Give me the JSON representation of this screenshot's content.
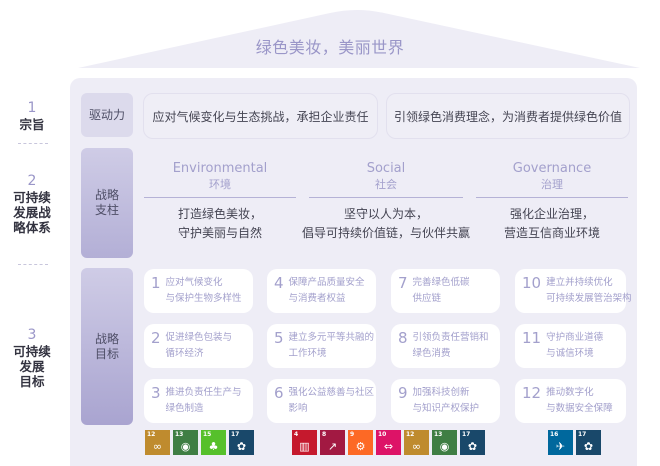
{
  "roof": {
    "title": "绿色美妆，美丽世界"
  },
  "side_labels": [
    {
      "num": "1",
      "lines": [
        "宗旨"
      ]
    },
    {
      "num": "2",
      "lines": [
        "可持续",
        "发展战",
        "略体系"
      ]
    },
    {
      "num": "3",
      "lines": [
        "可持续",
        "发展",
        "目标"
      ]
    }
  ],
  "rows": {
    "driver": {
      "label": "驱动力",
      "items": [
        "应对气候变化与生态挑战，承担企业责任",
        "引领绿色消费理念，为消费者提供绿色价值"
      ]
    },
    "pillars": {
      "label_line1": "战略",
      "label_line2": "支柱",
      "items": [
        {
          "en": "Environmental",
          "cn": "环境",
          "desc1": "打造绿色美妆，",
          "desc2": "守护美丽与自然"
        },
        {
          "en": "Social",
          "cn": "社会",
          "desc1": "坚守以人为本，",
          "desc2": "倡导可持续价值链，与伙伴共赢"
        },
        {
          "en": "Governance",
          "cn": "治理",
          "desc1": "强化企业治理，",
          "desc2": "营造互信商业环境"
        }
      ]
    },
    "goals": {
      "label_line1": "战略",
      "label_line2": "目标",
      "items": [
        {
          "num": "1",
          "l1": "应对气候变化",
          "l2": "与保护生物多样性"
        },
        {
          "num": "2",
          "l1": "促进绿色包装与",
          "l2": "循环经济"
        },
        {
          "num": "3",
          "l1": "推进负责任生产与",
          "l2": "绿色制造"
        },
        {
          "num": "4",
          "l1": "保障产品质量安全",
          "l2": "与消费者权益"
        },
        {
          "num": "5",
          "l1": "建立多元平等共融的",
          "l2": "工作环境"
        },
        {
          "num": "6",
          "l1": "强化公益慈善与社区",
          "l2": "影响"
        },
        {
          "num": "7",
          "l1": "完善绿色低碳",
          "l2": "供应链"
        },
        {
          "num": "8",
          "l1": "引领负责任营销和",
          "l2": "绿色消费"
        },
        {
          "num": "9",
          "l1": "加强科技创新",
          "l2": "与知识产权保护"
        },
        {
          "num": "10",
          "l1": "建立并持续优化",
          "l2": "可持续发展管治架构"
        },
        {
          "num": "11",
          "l1": "守护商业道德",
          "l2": "与诚信环境"
        },
        {
          "num": "12",
          "l1": "推动数字化",
          "l2": "与数据安全保障"
        }
      ]
    }
  },
  "sdg_groups": [
    {
      "icons": [
        {
          "num": "12",
          "color": "#bf8b2e",
          "glyph": "∞",
          "name": "responsible-consumption"
        },
        {
          "num": "13",
          "color": "#3f7e44",
          "glyph": "◉",
          "name": "climate-action"
        },
        {
          "num": "15",
          "color": "#56c02b",
          "glyph": "♣",
          "name": "life-on-land"
        },
        {
          "num": "17",
          "color": "#19486a",
          "glyph": "✿",
          "name": "partnerships"
        }
      ]
    },
    {
      "icons": [
        {
          "num": "4",
          "color": "#c5192d",
          "glyph": "▥",
          "name": "quality-education"
        },
        {
          "num": "8",
          "color": "#a21942",
          "glyph": "↗",
          "name": "decent-work"
        },
        {
          "num": "9",
          "color": "#fd6925",
          "glyph": "⚙",
          "name": "industry-innovation"
        },
        {
          "num": "10",
          "color": "#dd1367",
          "glyph": "⇔",
          "name": "reduced-inequalities"
        },
        {
          "num": "12",
          "color": "#bf8b2e",
          "glyph": "∞",
          "name": "responsible-consumption"
        },
        {
          "num": "13",
          "color": "#3f7e44",
          "glyph": "◉",
          "name": "climate-action"
        },
        {
          "num": "17",
          "color": "#19486a",
          "glyph": "✿",
          "name": "partnerships"
        }
      ]
    },
    {
      "icons": [
        {
          "num": "16",
          "color": "#00689d",
          "glyph": "✈",
          "name": "peace-justice"
        },
        {
          "num": "17",
          "color": "#19486a",
          "glyph": "✿",
          "name": "partnerships"
        }
      ]
    }
  ],
  "colors": {
    "accent": "#a3a0cc",
    "panel_bg": "#eeedf6",
    "roof_bg": "#eeedf6"
  }
}
